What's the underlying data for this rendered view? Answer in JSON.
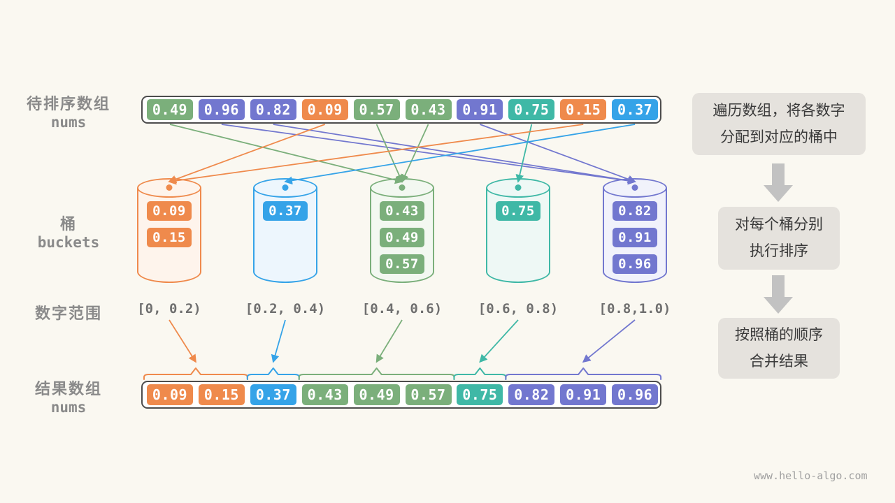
{
  "ui": {
    "background": "#FAF8F1",
    "container_border": "#4D4D4D",
    "label_gray": "#8A8A8A",
    "range_gray": "#6F6F6F",
    "step_bg": "#E5E2DD",
    "step_text": "#3A3A3A",
    "flow_arrow": "#C2C2C2",
    "watermark": "www.hello-algo.com"
  },
  "colors": {
    "orange": {
      "main": "#EF8A4C",
      "tint": "#FEF4EC"
    },
    "blue": {
      "main": "#35A3E8",
      "tint": "#EDF6FD"
    },
    "green": {
      "main": "#7BAF7B",
      "tint": "#F3F8F1"
    },
    "teal": {
      "main": "#3FB8A6",
      "tint": "#EEF8F5"
    },
    "indigo": {
      "main": "#7277CF",
      "tint": "#F1F2FB"
    }
  },
  "labels": {
    "input_title": "待排序数组",
    "input_sub": "nums",
    "bucket_title": "桶",
    "bucket_sub": "buckets",
    "range_title": "数字范围",
    "result_title": "结果数组",
    "result_sub": "nums"
  },
  "input_array": [
    {
      "value": "0.49",
      "color": "green",
      "bucket": 2
    },
    {
      "value": "0.96",
      "color": "indigo",
      "bucket": 4
    },
    {
      "value": "0.82",
      "color": "indigo",
      "bucket": 4
    },
    {
      "value": "0.09",
      "color": "orange",
      "bucket": 0
    },
    {
      "value": "0.57",
      "color": "green",
      "bucket": 2
    },
    {
      "value": "0.43",
      "color": "green",
      "bucket": 2
    },
    {
      "value": "0.91",
      "color": "indigo",
      "bucket": 4
    },
    {
      "value": "0.75",
      "color": "teal",
      "bucket": 3
    },
    {
      "value": "0.15",
      "color": "orange",
      "bucket": 0
    },
    {
      "value": "0.37",
      "color": "blue",
      "bucket": 1
    }
  ],
  "buckets": [
    {
      "color": "orange",
      "range": "[0, 0.2)",
      "items": [
        "0.09",
        "0.15"
      ]
    },
    {
      "color": "blue",
      "range": "[0.2, 0.4)",
      "items": [
        "0.37"
      ]
    },
    {
      "color": "green",
      "range": "[0.4, 0.6)",
      "items": [
        "0.43",
        "0.49",
        "0.57"
      ]
    },
    {
      "color": "teal",
      "range": "[0.6, 0.8)",
      "items": [
        "0.75"
      ]
    },
    {
      "color": "indigo",
      "range": "[0.8,1.0)",
      "items": [
        "0.82",
        "0.91",
        "0.96"
      ]
    }
  ],
  "result_array": [
    {
      "color": "orange",
      "items": [
        "0.09",
        "0.15"
      ]
    },
    {
      "color": "blue",
      "items": [
        "0.37"
      ]
    },
    {
      "color": "green",
      "items": [
        "0.43",
        "0.49",
        "0.57"
      ]
    },
    {
      "color": "teal",
      "items": [
        "0.75"
      ]
    },
    {
      "color": "indigo",
      "items": [
        "0.82",
        "0.91",
        "0.96"
      ]
    }
  ],
  "steps": [
    {
      "lines": [
        "遍历数组，将各数字",
        "分配到对应的桶中"
      ]
    },
    {
      "lines": [
        "对每个桶分别",
        "执行排序"
      ]
    },
    {
      "lines": [
        "按照桶的顺序",
        "合并结果"
      ]
    }
  ]
}
